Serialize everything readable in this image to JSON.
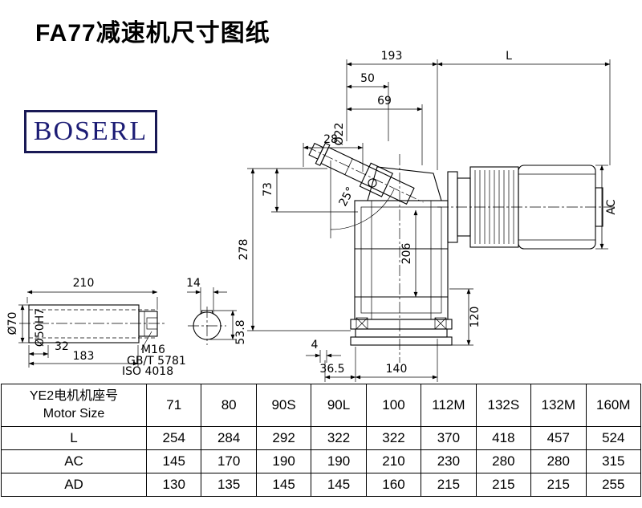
{
  "title": "FA77减速机尺寸图纸",
  "logo": {
    "text": "BOSERL"
  },
  "drawing": {
    "dims": {
      "top_193": "193",
      "top_L": "L",
      "d50": "50",
      "d69": "69",
      "d28": "28",
      "dia22": "Ø22",
      "angle": "25°",
      "d73": "73",
      "d278": "278",
      "d206": "206",
      "dAC": "AC",
      "d120": "120",
      "d4": "4",
      "d36_5": "36.5",
      "d140": "140",
      "shaft_210": "210",
      "key_14": "14",
      "dia70": "Ø70",
      "dia50h7": "Ø50H7",
      "d32": "32",
      "d183": "183",
      "thread": "M16",
      "std1": "GB/T 5781",
      "std2": "ISO 4018",
      "d53_8": "53.8"
    }
  },
  "table": {
    "header_cn": "YE2电机机座号",
    "header_en": "Motor Size",
    "sizes": [
      "71",
      "80",
      "90S",
      "90L",
      "100",
      "112M",
      "132S",
      "132M",
      "160M"
    ],
    "rows": [
      {
        "label": "L",
        "values": [
          "254",
          "284",
          "292",
          "322",
          "322",
          "370",
          "418",
          "457",
          "524"
        ]
      },
      {
        "label": "AC",
        "values": [
          "145",
          "170",
          "190",
          "190",
          "210",
          "230",
          "280",
          "280",
          "315"
        ]
      },
      {
        "label": "AD",
        "values": [
          "130",
          "135",
          "145",
          "145",
          "160",
          "215",
          "215",
          "215",
          "255"
        ]
      }
    ]
  }
}
